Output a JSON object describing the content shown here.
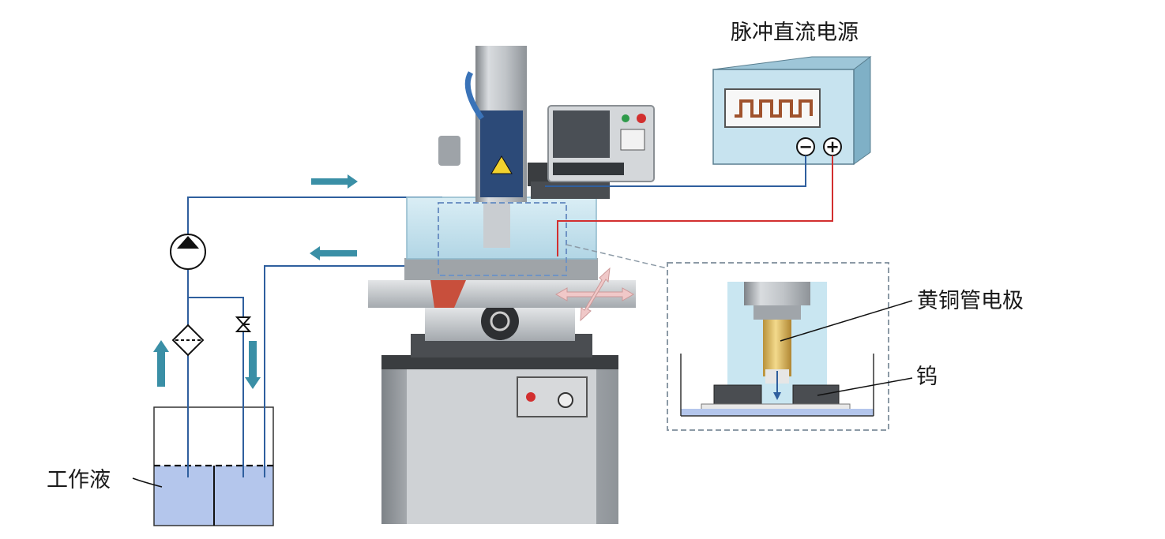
{
  "labels": {
    "power_supply": "脉冲直流电源",
    "brass_electrode": "黄铜管电极",
    "tungsten": "钨",
    "working_fluid": "工作液"
  },
  "power_supply": {
    "negative_symbol": "−",
    "positive_symbol": "+"
  },
  "colors": {
    "negative_wire": "#2f5f9e",
    "positive_wire": "#d22f2f",
    "flow_arrow": "#3a8fa6",
    "fluid": "#b4c6ec",
    "power_box_front": "#c7e3ef",
    "pulse_waveform": "#a0522d",
    "detail_border": "#8c9aa6",
    "move_arrow": "#f0c8c8"
  }
}
